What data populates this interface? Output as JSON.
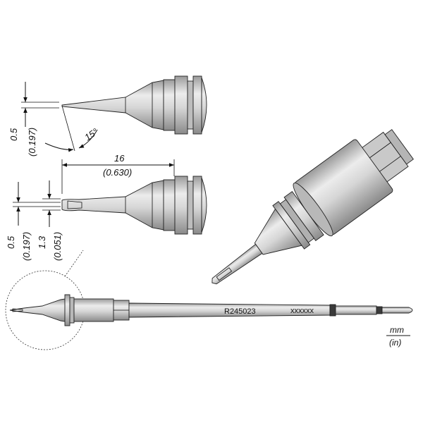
{
  "top_tip": {
    "tip_width": "0.5",
    "tip_width_in": "(0.197)",
    "angle": "15°"
  },
  "middle_tip": {
    "length": "16",
    "length_in": "(0.630)",
    "thickness": "0.5",
    "thickness_in": "(0.197)",
    "blade_width": "1.3",
    "blade_width_in": "(0.051)"
  },
  "cartridge": {
    "part_number": "R245023",
    "batch_code": "xxxxxx"
  },
  "units": {
    "primary": "mm",
    "secondary": "(in)"
  },
  "colors": {
    "metal_light": "#e9e9e9",
    "metal_mid": "#c8c8c8",
    "metal_dark": "#8a8a8a",
    "line": "#111111"
  }
}
